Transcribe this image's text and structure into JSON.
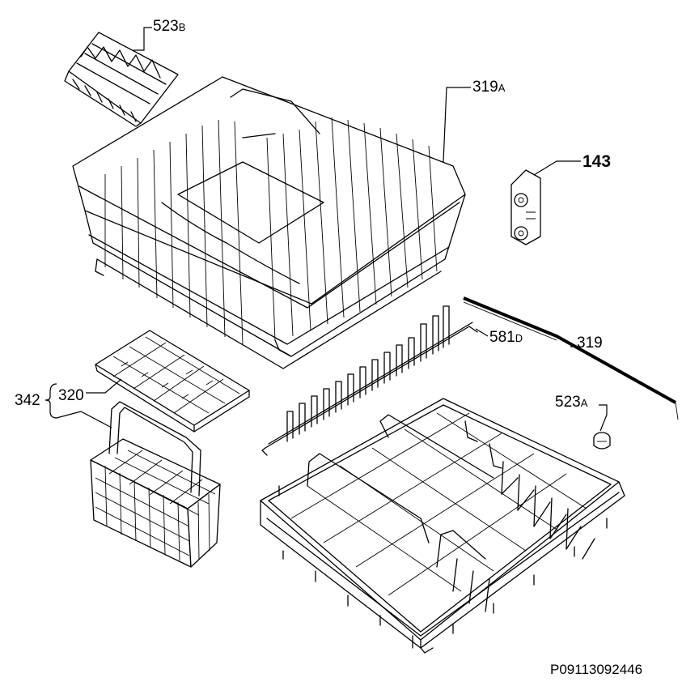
{
  "labels": {
    "part_523b": "523",
    "part_523b_suffix": "B",
    "part_319a": "319",
    "part_319a_suffix": "A",
    "part_143": "143",
    "part_581d": "581",
    "part_581d_suffix": "D",
    "part_319": "319",
    "part_342": "342",
    "part_320": "320",
    "part_523a": "523",
    "part_523a_suffix": "A"
  },
  "reference_code": "P09113092446"
}
